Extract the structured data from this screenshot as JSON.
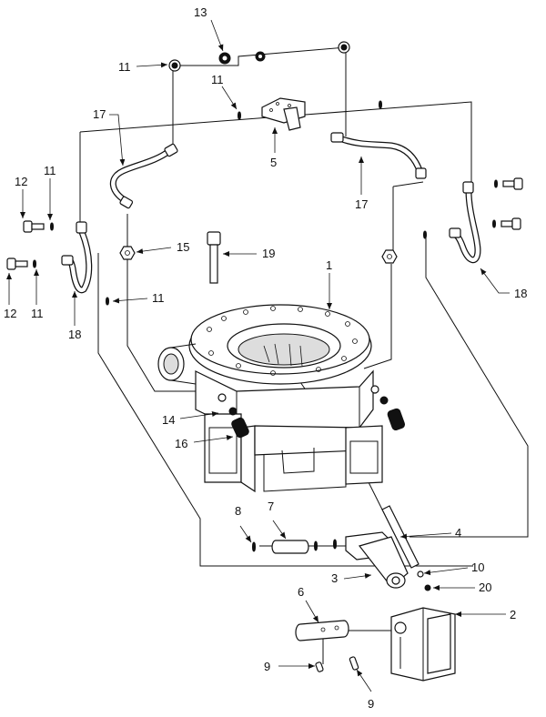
{
  "callouts": [
    {
      "id": "c13",
      "text": "13"
    },
    {
      "id": "c11a",
      "text": "11"
    },
    {
      "id": "c11b",
      "text": "11"
    },
    {
      "id": "c17a",
      "text": "17"
    },
    {
      "id": "c5",
      "text": "5"
    },
    {
      "id": "c17b",
      "text": "17"
    },
    {
      "id": "c12a",
      "text": "12"
    },
    {
      "id": "c11c",
      "text": "11"
    },
    {
      "id": "c15",
      "text": "15"
    },
    {
      "id": "c19",
      "text": "19"
    },
    {
      "id": "c12b",
      "text": "12"
    },
    {
      "id": "c11d",
      "text": "11"
    },
    {
      "id": "c18a",
      "text": "18"
    },
    {
      "id": "c11e",
      "text": "11"
    },
    {
      "id": "c1",
      "text": "1"
    },
    {
      "id": "c18b",
      "text": "18"
    },
    {
      "id": "c14",
      "text": "14"
    },
    {
      "id": "c16",
      "text": "16"
    },
    {
      "id": "c8",
      "text": "8"
    },
    {
      "id": "c7",
      "text": "7"
    },
    {
      "id": "c4",
      "text": "4"
    },
    {
      "id": "c10",
      "text": "10"
    },
    {
      "id": "c3",
      "text": "3"
    },
    {
      "id": "c20",
      "text": "20"
    },
    {
      "id": "c2",
      "text": "2"
    },
    {
      "id": "c6",
      "text": "6"
    },
    {
      "id": "c9a",
      "text": "9"
    },
    {
      "id": "c9b",
      "text": "9"
    }
  ]
}
